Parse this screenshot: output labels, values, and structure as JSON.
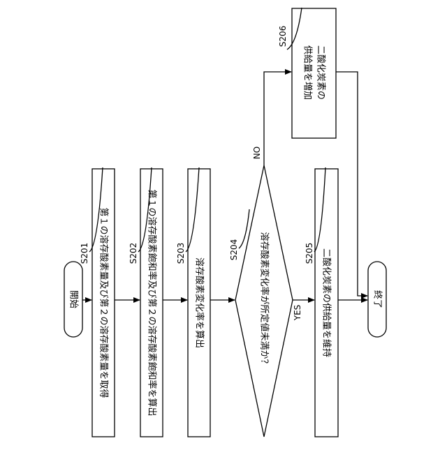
{
  "flowchart": {
    "start_label": "開始",
    "end_label": "終了",
    "steps": [
      {
        "id": "S201",
        "text": "第１の溶存酸素量及び第２の溶存酸素量を取得"
      },
      {
        "id": "S202",
        "text": "第１の溶存酸素飽和率及び第２の溶存酸素飽和率を算出"
      },
      {
        "id": "S203",
        "text": "溶存酸素変化率を算出"
      },
      {
        "id": "S204",
        "text": "溶存酸素変化率が所定値未満か？"
      },
      {
        "id": "S205",
        "text": "二酸化炭素の供給量を維持"
      },
      {
        "id": "S206",
        "line1": "二酸化炭素の",
        "line2": "供給量を増加"
      }
    ],
    "branch_yes": "YES",
    "branch_no": "NO"
  }
}
